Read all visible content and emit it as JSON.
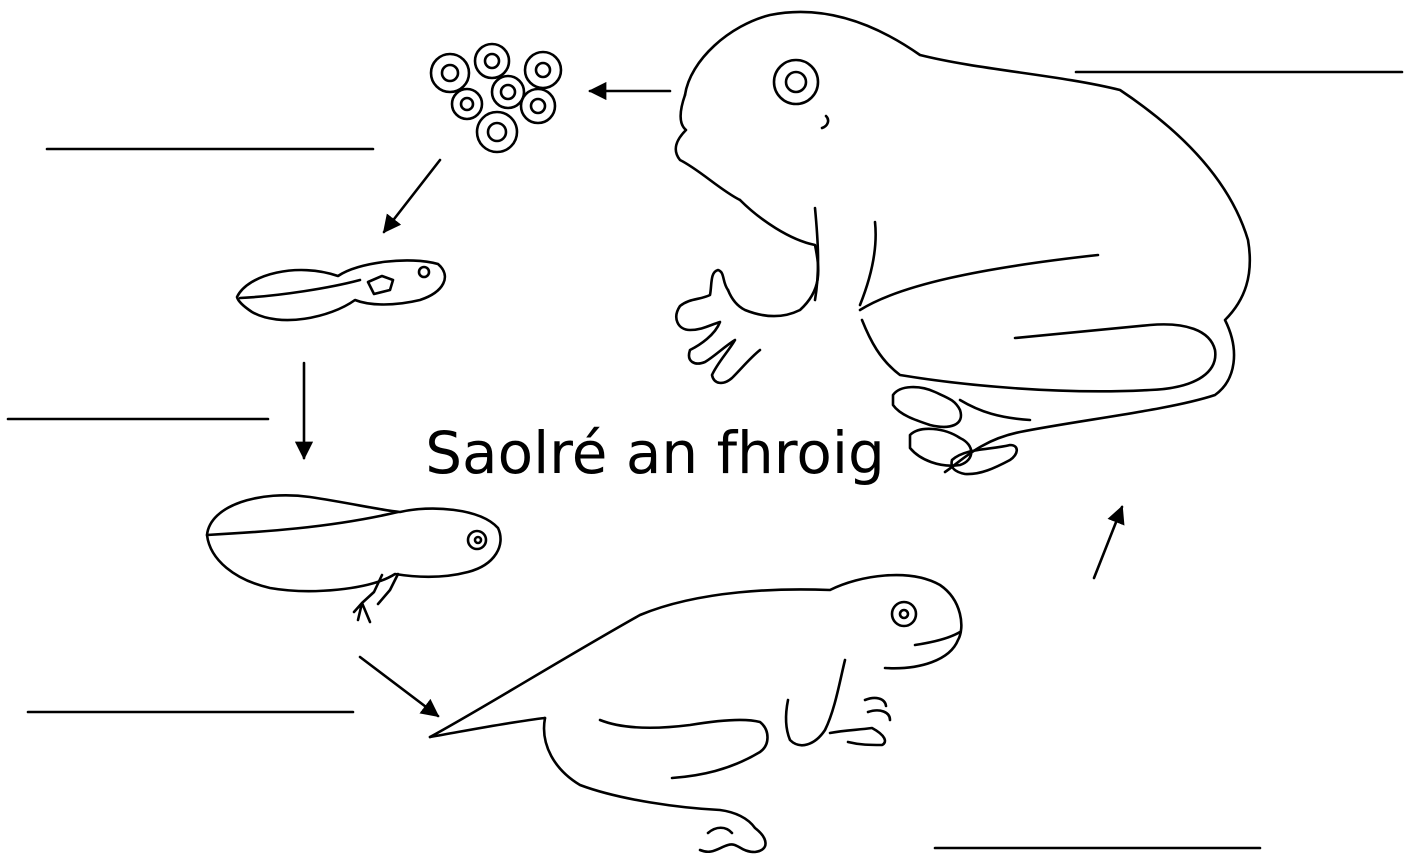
{
  "diagram": {
    "title": "Saolré an fhroig",
    "stages": [
      {
        "id": "frogspawn",
        "icon": "frogspawn-eggs",
        "label": ""
      },
      {
        "id": "tadpole",
        "icon": "tadpole",
        "label": ""
      },
      {
        "id": "tadpole-with-legs",
        "icon": "tadpole-with-legs",
        "label": ""
      },
      {
        "id": "froglet",
        "icon": "froglet",
        "label": ""
      },
      {
        "id": "adult-frog",
        "icon": "adult-frog",
        "label": ""
      }
    ],
    "colors": {
      "ink": "#000000",
      "background": "#ffffff"
    }
  }
}
